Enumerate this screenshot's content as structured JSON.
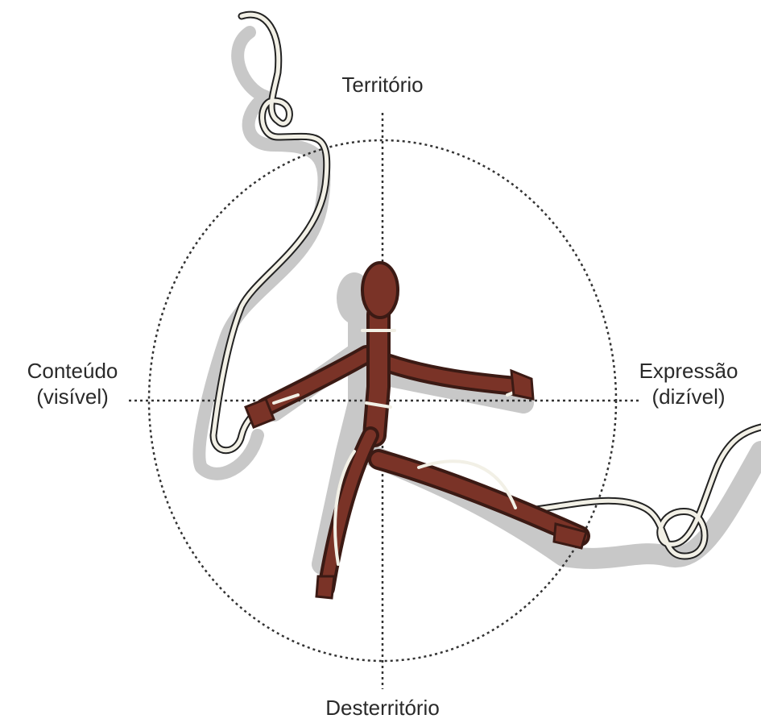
{
  "labels": {
    "top": "Território",
    "bottom": "Desterritório",
    "left_line1": "Conteúdo",
    "left_line2": "(visível)",
    "right_line1": "Expressão",
    "right_line2": "(dizível)"
  },
  "colors": {
    "figure_fill": "#7a3327",
    "figure_dark": "#3b1a14",
    "rope": "#f2f0e6",
    "shadow": "#c8c8c8",
    "dotted": "#333333"
  }
}
